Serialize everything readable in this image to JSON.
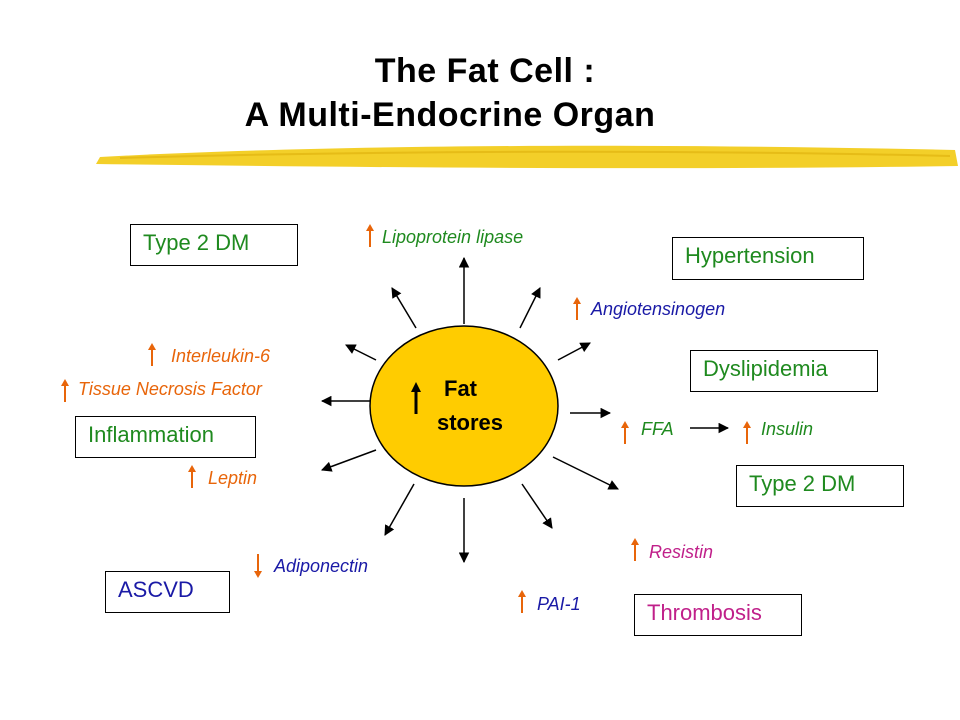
{
  "title": {
    "line1": "The Fat Cell :",
    "line2": "A Multi-Endocrine Organ"
  },
  "center": {
    "line1": "Fat",
    "line2": "stores",
    "fill": "#ffcc00"
  },
  "colors": {
    "green": "#1f8a1f",
    "orange": "#e8650a",
    "blue": "#1a1aa6",
    "magenta": "#c0208a",
    "highlighter": "#f2cc1e"
  },
  "factors": {
    "lipoprotein_lipase": "Lipoprotein  lipase",
    "angiotensinogen": "Angiotensinogen",
    "interleukin6": "Interleukin-6",
    "tnf": "Tissue Necrosis Factor",
    "leptin": "Leptin",
    "adiponectin": "Adiponectin",
    "pai1": "PAI-1",
    "resistin": "Resistin",
    "ffa": "FFA",
    "insulin": "Insulin"
  },
  "conditions": {
    "type2dm_top": "Type 2 DM",
    "hypertension": "Hypertension",
    "dyslipidemia": "Dyslipidemia",
    "inflammation": "Inflammation",
    "type2dm_right": "Type 2 DM",
    "ascvd": "ASCVD",
    "thrombosis": "Thrombosis"
  }
}
